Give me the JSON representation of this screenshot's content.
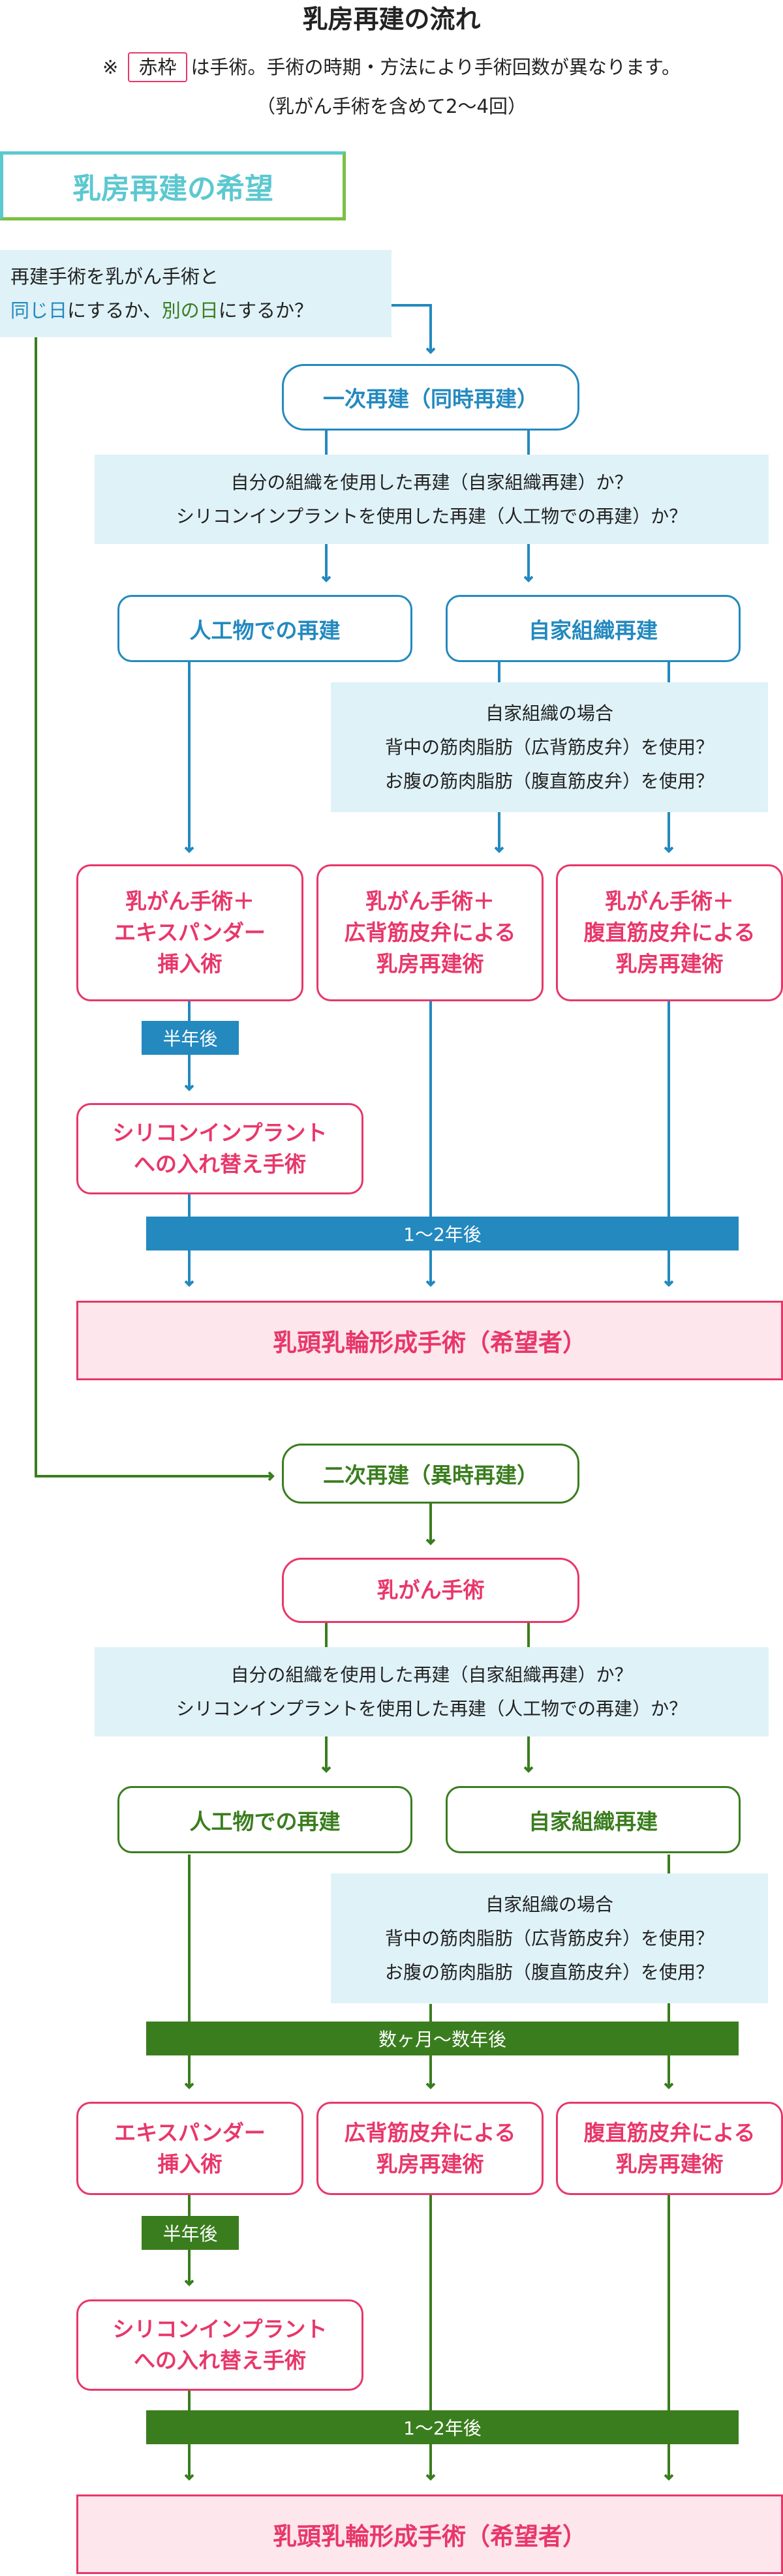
{
  "header": {
    "title": "乳房再建の流れ",
    "note_mark": "※",
    "note_tag": "赤枠",
    "note_text": "は手術。手術の時期・方法により手術回数が異なります。",
    "note_sub": "（乳がん手術を含めて2〜4回）"
  },
  "start": {
    "label": "乳房再建の希望",
    "question_line1": "再建手術を乳がん手術と",
    "q_same": "同じ日",
    "q_mid": "にするか、",
    "q_other": "別の日",
    "q_end": "にするか？"
  },
  "primary": {
    "label": "一次再建（同時再建）",
    "question": [
      "自分の組織を使用した再建（自家組織再建）か？",
      "シリコンインプラントを使用した再建（人工物での再建）か？"
    ],
    "artificial": "人工物での再建",
    "autologous": "自家組織再建",
    "auto_question": [
      "自家組織の場合",
      "背中の筋肉脂肪（広背筋皮弁）を使用？",
      "お腹の筋肉脂肪（腹直筋皮弁）を使用？"
    ],
    "surgery1": "乳がん手術＋\nエキスパンダー\n挿入術",
    "surgery2": "乳がん手術＋\n広背筋皮弁による\n乳房再建術",
    "surgery3": "乳がん手術＋\n腹直筋皮弁による\n乳房再建術",
    "half_year": "半年後",
    "implant": "シリコンインプラント\nへの入れ替え手術",
    "years": "1〜2年後",
    "final": "乳頭乳輪形成手術（希望者）"
  },
  "secondary": {
    "label": "二次再建（異時再建）",
    "cancer_surgery": "乳がん手術",
    "question": [
      "自分の組織を使用した再建（自家組織再建）か？",
      "シリコンインプラントを使用した再建（人工物での再建）か？"
    ],
    "artificial": "人工物での再建",
    "autologous": "自家組織再建",
    "auto_question": [
      "自家組織の場合",
      "背中の筋肉脂肪（広背筋皮弁）を使用？",
      "お腹の筋肉脂肪（腹直筋皮弁）を使用？"
    ],
    "months": "数ヶ月〜数年後",
    "surgery1": "エキスパンダー\n挿入術",
    "surgery2": "広背筋皮弁による\n乳房再建術",
    "surgery3": "腹直筋皮弁による\n乳房再建術",
    "half_year": "半年後",
    "implant": "シリコンインプラント\nへの入れ替え手術",
    "years": "1〜2年後",
    "final": "乳頭乳輪形成手術（希望者）"
  },
  "colors": {
    "blue": "#2389bf",
    "green": "#3a7d1e",
    "red": "#e8376a",
    "teal": "#5cc8d0",
    "light_green": "#7ac143"
  }
}
